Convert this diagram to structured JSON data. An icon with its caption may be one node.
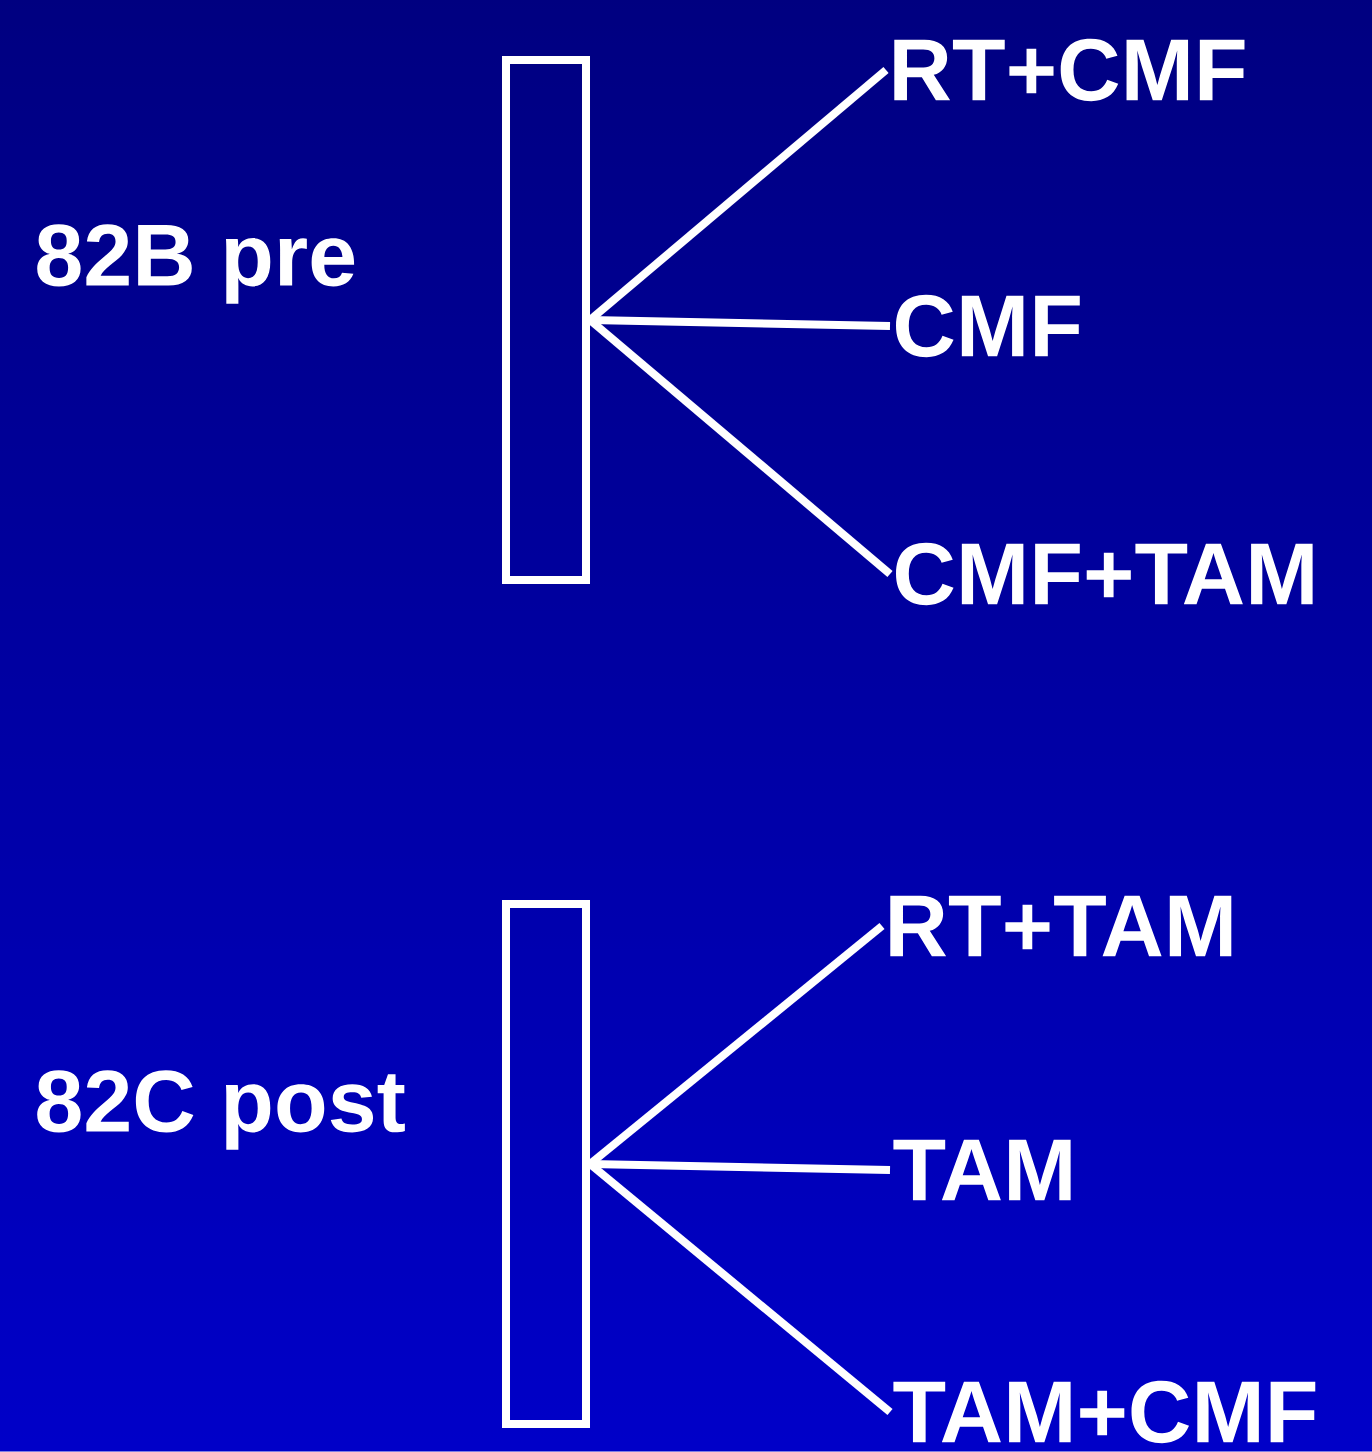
{
  "diagram": {
    "nodes": [
      {
        "text": [],
        "shape": "box",
        "beside": [
          "82B pre"
        ]
      },
      {
        "text": [
          "RT+CMF"
        ]
      },
      {
        "text": [
          "CMF"
        ]
      },
      {
        "text": [
          "CMF+TAM"
        ]
      },
      {
        "text": [],
        "shape": "box",
        "beside": [
          "82C post"
        ]
      },
      {
        "text": [
          "RT+TAM"
        ]
      },
      {
        "text": [
          "TAM"
        ]
      },
      {
        "text": [
          "TAM+CMF"
        ]
      }
    ],
    "edges": [
      {
        "from": 0,
        "to": 1,
        "arrow": "none"
      },
      {
        "from": 0,
        "to": 2,
        "arrow": "none"
      },
      {
        "from": 0,
        "to": 3,
        "arrow": "none"
      },
      {
        "from": 4,
        "to": 5,
        "arrow": "none"
      },
      {
        "from": 4,
        "to": 6,
        "arrow": "none"
      },
      {
        "from": 4,
        "to": 7,
        "arrow": "none"
      }
    ]
  }
}
